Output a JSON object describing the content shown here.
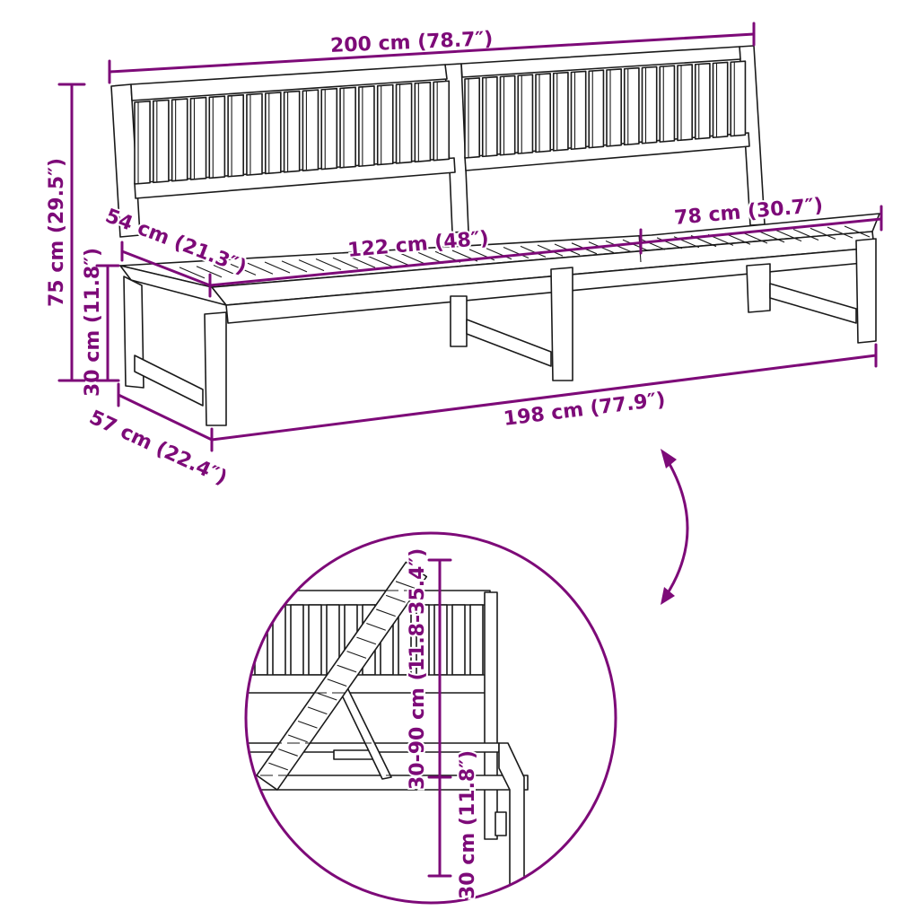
{
  "diagram": {
    "subject": "Two-seat wooden bench with adjustable backrest",
    "accent_color": "#7d0a78",
    "line_color": "#1a1a1a",
    "background": "#ffffff"
  },
  "dimensions": {
    "total_width": "200 cm (78.7″)",
    "total_height": "75 cm (29.5″)",
    "seat_height": "30 cm (11.8″)",
    "seat_depth": "54 cm (21.3″)",
    "fixed_seat_length": "122 cm (48″)",
    "adjustable_section_length": "78 cm (30.7″)",
    "base_length": "198 cm (77.9″)",
    "base_depth": "57 cm (22.4″)"
  },
  "detail_view": {
    "backrest_adjust_range": "30-90 cm (11.8-35.4″)",
    "seat_height": "30 cm (11.8″)",
    "indicator": "curved-double-arrow"
  }
}
